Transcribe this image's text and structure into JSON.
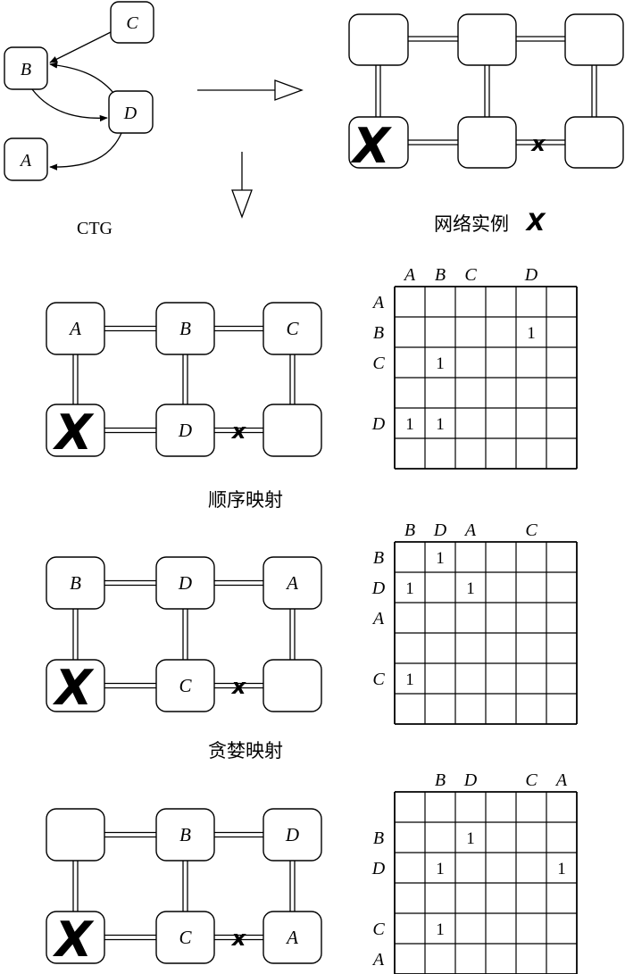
{
  "ctg": {
    "label": "CTG",
    "nodes": [
      {
        "id": "ctg-node-c",
        "name": "C"
      },
      {
        "id": "ctg-node-b",
        "name": "B"
      },
      {
        "id": "ctg-node-d",
        "name": "D"
      },
      {
        "id": "ctg-node-a",
        "name": "A"
      }
    ],
    "edges": [
      [
        "C",
        "B"
      ],
      [
        "D",
        "B"
      ],
      [
        "B",
        "D"
      ],
      [
        "D",
        "A"
      ]
    ]
  },
  "network_instance": {
    "caption": "网络实例",
    "faulty_node_mark": "X",
    "faulty_link_mark": "x"
  },
  "mappings": [
    {
      "id": "sequential",
      "caption": "顺序映射",
      "grid": [
        [
          "A",
          "B",
          "C"
        ],
        [
          "X",
          "D",
          ""
        ]
      ],
      "matrix": {
        "col_labels": [
          "A",
          "B",
          "C",
          "",
          "D",
          ""
        ],
        "row_labels": [
          "A",
          "B",
          "C",
          "",
          "D",
          ""
        ],
        "cells": [
          [
            "",
            "",
            "",
            "",
            "",
            ""
          ],
          [
            "",
            "",
            "",
            "",
            "1",
            ""
          ],
          [
            "",
            "1",
            "",
            "",
            "",
            ""
          ],
          [
            "",
            "",
            "",
            "",
            "",
            ""
          ],
          [
            "1",
            "1",
            "",
            "",
            "",
            ""
          ],
          [
            "",
            "",
            "",
            "",
            "",
            ""
          ]
        ]
      }
    },
    {
      "id": "greedy",
      "caption": "贪婪映射",
      "grid": [
        [
          "B",
          "D",
          "A"
        ],
        [
          "X",
          "C",
          ""
        ]
      ],
      "matrix": {
        "col_labels": [
          "B",
          "D",
          "A",
          "",
          "C",
          ""
        ],
        "row_labels": [
          "B",
          "D",
          "A",
          "",
          "C",
          ""
        ],
        "cells": [
          [
            "",
            "1",
            "",
            "",
            "",
            ""
          ],
          [
            "1",
            "",
            "1",
            "",
            "",
            ""
          ],
          [
            "",
            "",
            "",
            "",
            "",
            ""
          ],
          [
            "",
            "",
            "",
            "",
            "",
            ""
          ],
          [
            "1",
            "",
            "",
            "",
            "",
            ""
          ],
          [
            "",
            "",
            "",
            "",
            "",
            ""
          ]
        ]
      }
    },
    {
      "id": "optimized",
      "caption": "",
      "grid": [
        [
          "",
          "B",
          "D"
        ],
        [
          "X",
          "C",
          "A"
        ]
      ],
      "matrix": {
        "col_labels": [
          "",
          "B",
          "D",
          "",
          "C",
          "A"
        ],
        "row_labels": [
          "",
          "B",
          "D",
          "",
          "C",
          "A"
        ],
        "cells": [
          [
            "",
            "",
            "",
            "",
            "",
            ""
          ],
          [
            "",
            "",
            "1",
            "",
            "",
            ""
          ],
          [
            "",
            "1",
            "",
            "",
            "",
            "1"
          ],
          [
            "",
            "",
            "",
            "",
            "",
            ""
          ],
          [
            "",
            "1",
            "",
            "",
            "",
            ""
          ],
          [
            "",
            "",
            "",
            "",
            "",
            ""
          ]
        ]
      }
    }
  ]
}
